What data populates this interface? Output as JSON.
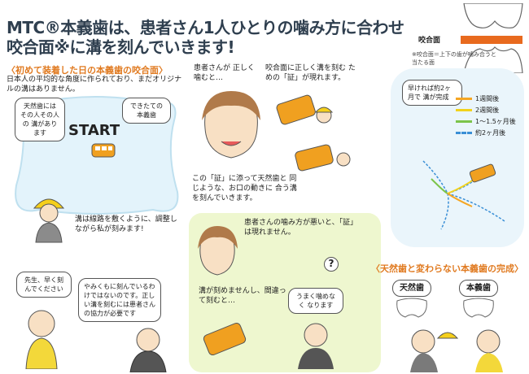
{
  "title": {
    "line1": "MTC®本義歯は、患者さん1人ひとりの噛み方に合わせ",
    "line2": "咬合面※に溝を刻んでいきます!"
  },
  "diagram": {
    "label": "咬合面",
    "note": "※咬合面＝上下の歯が噛み合うと当たる面"
  },
  "section1": {
    "heading": "〈初めて装着した日の本義歯の咬合面〉",
    "desc": "日本人の平均的な角度に作られており、まだオリジナルの溝はありません。",
    "natural_bubble": "天然歯には その人その人の 溝があります",
    "new_bubble": "できたての 本義歯",
    "start_label": "START"
  },
  "worker1": {
    "speech": "溝は線路を敷くように、調整しながら私が刻みます!"
  },
  "dialog": {
    "patient": "先生、早く刻んでください",
    "doctor": "やみくもに刻んでいるわけではないのです。正しい溝を刻むには患者さんの協力が必要です"
  },
  "middle": {
    "patient_text": "患者さんが 正しく噛むと…",
    "evidence_text": "咬合面に正しく溝を刻む ための「証」が現れます。",
    "follow_text": "この「証」に添って天然歯と 同じような、お口の動きに 合う溝を刻んでいきます。"
  },
  "bad": {
    "text": "患者さんの噛み方が悪いと、「証」は現れません。",
    "mark": "?",
    "worker": "溝が刻めませんし、間違って刻むと…",
    "doctor": "うまく噛めなく なります"
  },
  "right": {
    "worker_bubble": "早ければ約2ヶ月で 溝が完成",
    "legend": [
      {
        "label": "1週間後",
        "color": "#f5a623"
      },
      {
        "label": "2週間後",
        "color": "#f2d21b"
      },
      {
        "label": "1〜1.5ヶ月後",
        "color": "#7cc44a"
      },
      {
        "label": "約2ヶ月後",
        "color": "#3a8fd6"
      }
    ]
  },
  "complete": {
    "heading": "〈天然歯と変わらない本義歯の完成〉",
    "natural": "天然歯",
    "denture": "本義歯"
  }
}
